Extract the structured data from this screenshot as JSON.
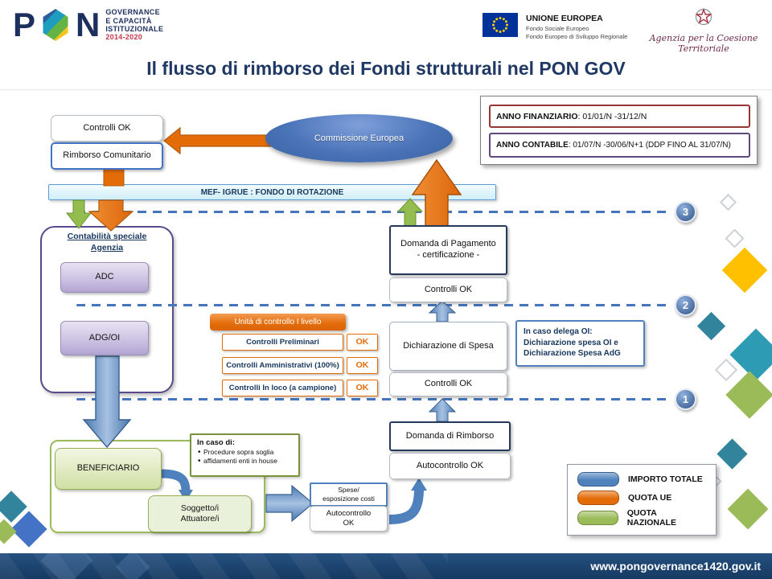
{
  "header": {
    "logo_p": "P",
    "logo_n": "N",
    "logo_line1": "GOVERNANCE",
    "logo_line2": "E CAPACITÀ",
    "logo_line3": "ISTITUZIONALE",
    "logo_years": "2014-2020",
    "eu_title": "UNIONE EUROPEA",
    "eu_sub1": "Fondo Sociale Europeo",
    "eu_sub2": "Fondo Europeo di Sviluppo Regionale",
    "agency_name": "Agenzia per la Coesione Territoriale",
    "title": "Il flusso di rimborso dei Fondi strutturali nel PON GOV"
  },
  "anno": {
    "finanziario_label": "ANNO FINANZIARIO",
    "finanziario_value": ": 01/01/N -31/12/N",
    "contabile_label": "ANNO CONTABILE",
    "contabile_value": ": 01/07/N -30/06/N+1 (DDP FINO AL 31/07/N)"
  },
  "flow": {
    "controlli_ok_top": "Controlli OK",
    "rimborso": "Rimborso Comunitario",
    "commissione": "Commissione Europea",
    "mef": "MEF- IGRUE : FONDO DI ROTAZIONE",
    "contabilita_line1": "Contabilità  speciale",
    "contabilita_line2": "Agenzia",
    "adc": "ADC",
    "adg": "ADG/OI",
    "domanda_pagamento_line1": "Domanda di Pagamento",
    "domanda_pagamento_line2": "- certificazione -",
    "controlli_ok_pagamento": "Controlli OK",
    "unita_header": "Unità di controllo I livello",
    "controlli_rows": [
      {
        "label": "Controlli Preliminari",
        "ok": "OK"
      },
      {
        "label": "Controlli Amministrativi (100%)",
        "ok": "OK"
      },
      {
        "label": "Controlli In loco (a campione)",
        "ok": "OK"
      }
    ],
    "dichiarazione": "Dichiarazione di Spesa",
    "controlli_ok_spesa": "Controlli OK",
    "delega_line1": "In caso delega OI:",
    "delega_line2": "Dichiarazione spesa OI e",
    "delega_line3": "Dichiarazione Spesa AdG",
    "domanda_rimborso": "Domanda di Rimborso",
    "autocontrollo_rimborso": "Autocontrollo OK",
    "beneficiario": "BENEFICIARIO",
    "in_caso_title": "In caso di:",
    "in_caso_items": [
      "Procedure sopra soglia",
      "affidamenti enti in house"
    ],
    "soggetto_line1": "Soggetto/i",
    "soggetto_line2": "Attuatore/i",
    "spese_line1": "Spese/",
    "spese_line2": "esposizione costi",
    "autocontrollo_spese_line1": "Autocontrollo",
    "autocontrollo_spese_line2": "OK",
    "levels": {
      "l3": "3",
      "l2": "2",
      "l1": "1"
    }
  },
  "legend": {
    "items": [
      {
        "label": "IMPORTO TOTALE",
        "color": "#4f81bd"
      },
      {
        "label": "QUOTA UE",
        "color": "#e36c09"
      },
      {
        "label": "QUOTA NAZIONALE",
        "color": "#9bbb59"
      }
    ]
  },
  "footer": {
    "url": "www.pongovernance1420.gov.it"
  },
  "colors": {
    "accent_blue": "#4f81bd",
    "accent_orange": "#e36c09",
    "accent_green": "#9bbb59",
    "title_navy": "#1f3864"
  }
}
